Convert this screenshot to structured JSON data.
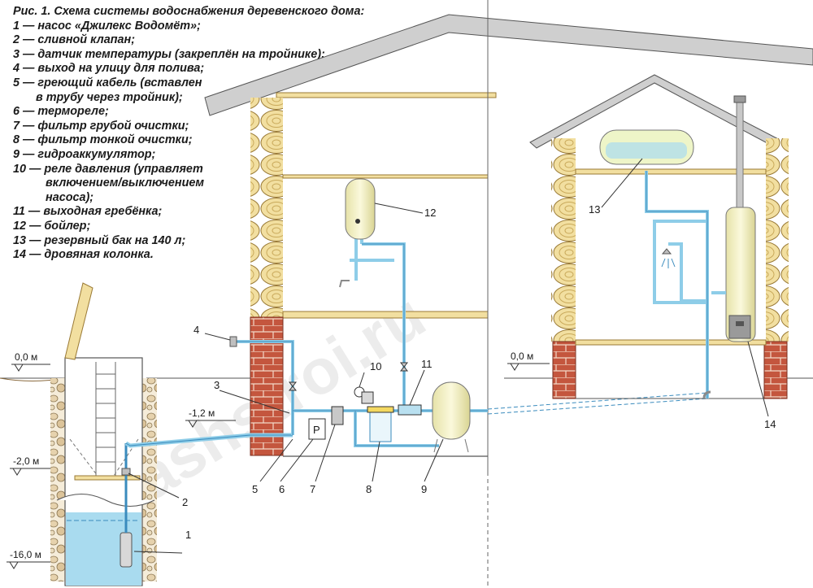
{
  "caption": {
    "title": "Рис. 1. Схема системы водоснабжения деревенского дома:",
    "items": [
      "1 — насос «Джилекс Водомёт»;",
      "2 — сливной клапан;",
      "3 — датчик температуры (закреплён на тройнике);",
      "4 — выход на улицу для полива;",
      "5 — греющий кабель (вставлен",
      "в трубу через тройник);",
      "6 — терморелe;",
      "7 — фильтр грубой очистки;",
      "8 — фильтр тонкой очистки;",
      "9 — гидроаккумулятор;",
      "10 — реле давления (управляет",
      "включением/выключением",
      "насоса);",
      "11 — выходная гребёнка;",
      "12 — бойлер;",
      "13 — резервный бак на 140 л;",
      "14 — дровяная колонка."
    ]
  },
  "callouts": {
    "n1": "1",
    "n2": "2",
    "n3": "3",
    "n4": "4",
    "n5": "5",
    "n6": "6",
    "n7": "7",
    "n8": "8",
    "n9": "9",
    "n10": "10",
    "n11": "11",
    "n12": "12",
    "n13": "13",
    "n14": "14"
  },
  "levels": {
    "ground_left": "0,0 м",
    "minus_1_2": "-1,2 м",
    "minus_2_0": "-2,0 м",
    "minus_16_0": "-16,0 м",
    "ground_right": "0,0 м"
  },
  "relay_label": "Р",
  "watermark": "vashstroi.ru",
  "colors": {
    "pipe": "#8ecde8",
    "pipe_dark": "#3a8bbd",
    "log": "#f2dfa0",
    "brick": "#c0503a",
    "water": "#a9dbef",
    "tank": "#f4f1c6"
  }
}
